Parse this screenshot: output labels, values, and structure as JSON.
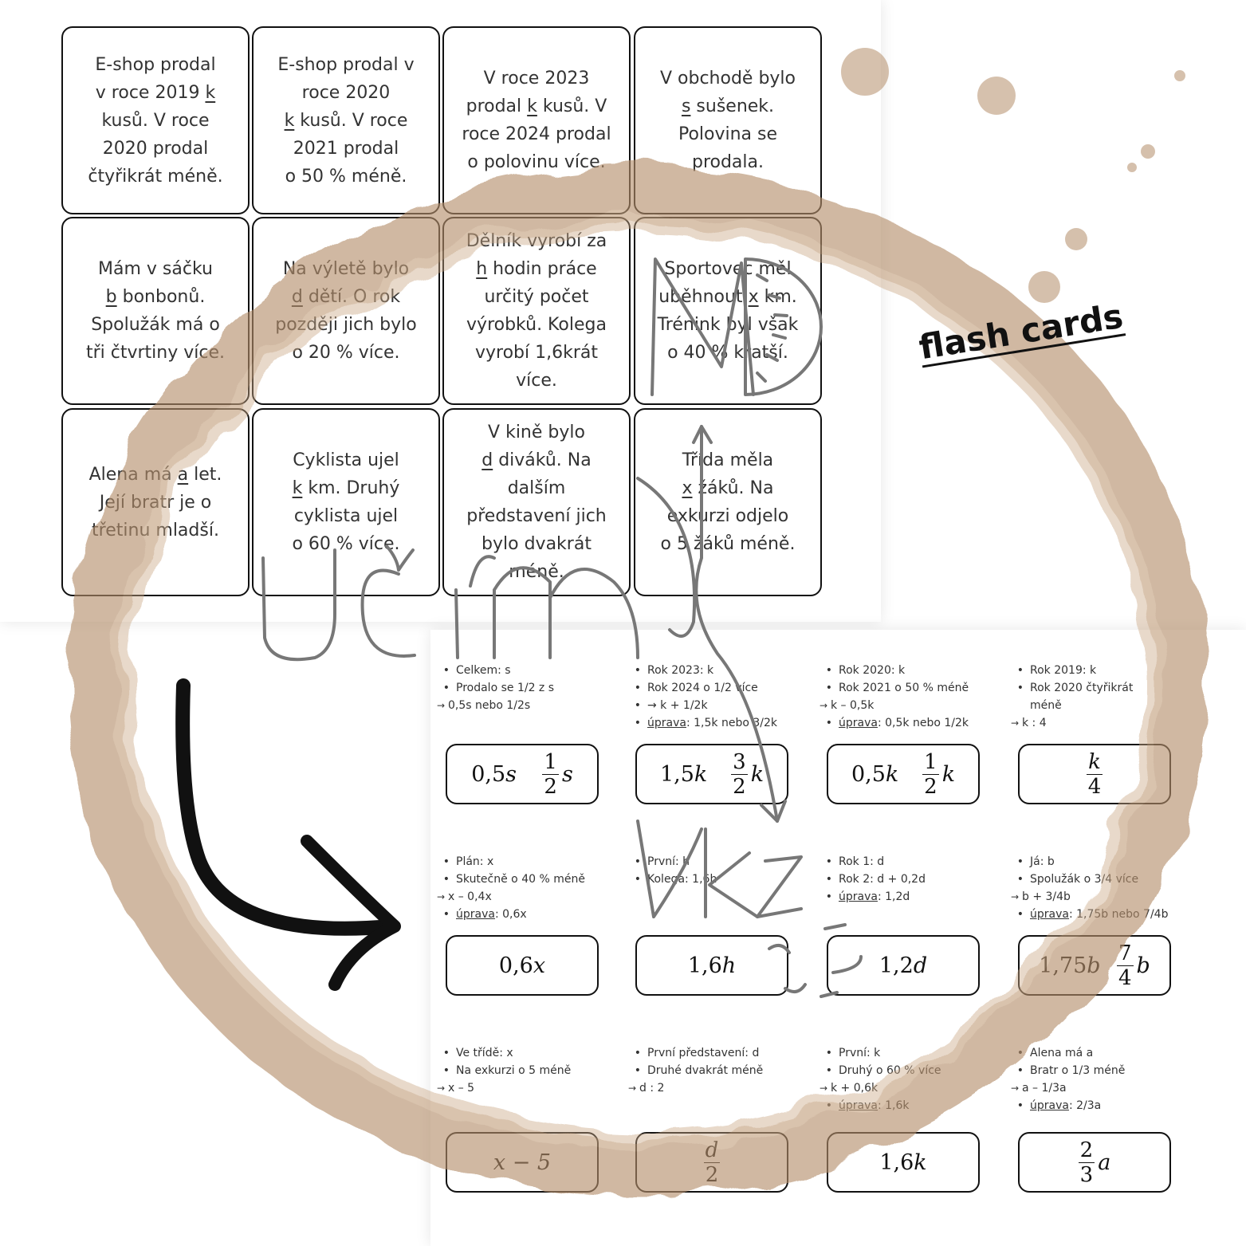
{
  "flash_label": "flash cards",
  "stain_color": "#b48e6a",
  "doodle_color": "#777777",
  "cards": [
    {
      "lines": [
        "E-shop prodal",
        "v roce 2019 ",
        "kusů. V roce",
        "2020 prodal",
        "čtyřikrát méně."
      ],
      "var": "k",
      "var_line": 1
    },
    {
      "lines": [
        "E-shop prodal v",
        "roce 2020",
        " kusů. V roce",
        "2021 prodal",
        "o 50 % méně."
      ],
      "var": "k",
      "var_line": 2
    },
    {
      "lines": [
        "V roce 2023",
        "prodal  kusů. V",
        "roce 2024 prodal",
        "o polovinu více."
      ],
      "var": "k",
      "var_line": 1
    },
    {
      "lines": [
        "V obchodě bylo",
        " sušenek.",
        "Polovina se",
        "prodala."
      ],
      "var": "s",
      "var_line": 1
    },
    {
      "lines": [
        "Mám v sáčku",
        " bonbonů.",
        "Spolužák má o",
        "tři čtvrtiny více."
      ],
      "var": "b",
      "var_line": 1
    },
    {
      "lines": [
        "Na výletě bylo",
        " dětí. O rok",
        "později jich bylo",
        "o 20 % více."
      ],
      "var": "d",
      "var_line": 1
    },
    {
      "lines": [
        "Dělník vyrobí za",
        " hodin práce",
        "určitý počet",
        "výrobků. Kolega",
        "vyrobí 1,6krát",
        "více."
      ],
      "var": "h",
      "var_line": 1
    },
    {
      "lines": [
        "Sportovec měl",
        "uběhnout  km.",
        "Trénink byl však",
        "o 40 % kratší."
      ],
      "var": "x",
      "var_line": 1
    },
    {
      "lines": [
        "Alena má  let.",
        "Její bratr je o",
        "třetinu mladší."
      ],
      "var": "a",
      "var_line": 0
    },
    {
      "lines": [
        "Cyklista ujel",
        " km. Druhý",
        "cyklista ujel",
        "o 60 % více."
      ],
      "var": "k",
      "var_line": 1
    },
    {
      "lines": [
        "V kině bylo",
        " diváků. Na",
        "dalším",
        "představení jich",
        "bylo dvakrát",
        "méně."
      ],
      "var": "d",
      "var_line": 1
    },
    {
      "lines": [
        "Třída měla",
        " žáků. Na",
        "exkurzi odjelo",
        "o 5 žáků méně."
      ],
      "var": "x",
      "var_line": 1
    }
  ],
  "answers": [
    {
      "notes": [
        [
          "b",
          "Celkem: s"
        ],
        [
          "b",
          "Prodalo se 1/2 z s"
        ],
        [
          "a",
          "0,5s nebo 1/2s"
        ]
      ],
      "box": {
        "type": "two",
        "left": "0,5",
        "lv": "s",
        "num": "1",
        "den": "2",
        "fv": "s"
      }
    },
    {
      "notes": [
        [
          "b",
          "Rok 2023: k"
        ],
        [
          "b",
          "Rok 2024 o 1/2 více"
        ],
        [
          "b",
          "→ k + 1/2k"
        ],
        [
          "u",
          "úprava",
          ": 1,5k nebo 3/2k"
        ]
      ],
      "box": {
        "type": "two",
        "left": "1,5",
        "lv": "k",
        "num": "3",
        "den": "2",
        "fv": "k"
      }
    },
    {
      "notes": [
        [
          "b",
          "Rok 2020: k"
        ],
        [
          "b",
          "Rok 2021 o 50 % méně"
        ],
        [
          "a",
          "k – 0,5k"
        ],
        [
          "u",
          "úprava",
          ": 0,5k nebo 1/2k"
        ]
      ],
      "box": {
        "type": "two",
        "left": "0,5",
        "lv": "k",
        "num": "1",
        "den": "2",
        "fv": "k"
      }
    },
    {
      "notes": [
        [
          "b",
          "Rok 2019: k"
        ],
        [
          "b",
          "Rok 2020 čtyřikrát"
        ],
        [
          "c",
          "méně"
        ],
        [
          "a",
          "k : 4"
        ]
      ],
      "box": {
        "type": "frac",
        "num": "k",
        "den": "4",
        "fv": ""
      }
    },
    {
      "notes": [
        [
          "b",
          "Plán: x"
        ],
        [
          "b",
          "Skutečně o 40 % méně"
        ],
        [
          "a",
          "x – 0,4x"
        ],
        [
          "u",
          "úprava",
          ": 0,6x"
        ]
      ],
      "box": {
        "type": "one",
        "left": "0,6",
        "lv": "x"
      }
    },
    {
      "notes": [
        [
          "b",
          "První: h"
        ],
        [
          "b",
          "Kolega: 1,6h"
        ]
      ],
      "box": {
        "type": "one",
        "left": "1,6",
        "lv": "h"
      }
    },
    {
      "notes": [
        [
          "b",
          "Rok 1: d"
        ],
        [
          "b",
          "Rok 2: d + 0,2d"
        ],
        [
          "u",
          "úprava",
          ": 1,2d"
        ]
      ],
      "box": {
        "type": "one",
        "left": "1,2",
        "lv": "d"
      }
    },
    {
      "notes": [
        [
          "b",
          "Já: b"
        ],
        [
          "b",
          "Spolužák o 3/4 více"
        ],
        [
          "a",
          "b + 3/4b"
        ],
        [
          "u",
          "úprava",
          ": 1,75b nebo 7/4b"
        ]
      ],
      "box": {
        "type": "two",
        "left": "1,75",
        "lv": "b",
        "num": "7",
        "den": "4",
        "fv": "b"
      }
    },
    {
      "notes": [
        [
          "b",
          "Ve třídě: x"
        ],
        [
          "b",
          "Na exkurzi o 5 méně"
        ],
        [
          "a",
          "x – 5"
        ]
      ],
      "box": {
        "type": "expr",
        "text": "x − 5"
      }
    },
    {
      "notes": [
        [
          "b",
          "První představení: d"
        ],
        [
          "b",
          "Druhé dvakrát méně"
        ],
        [
          "a",
          "d : 2"
        ]
      ],
      "box": {
        "type": "frac",
        "num": "d",
        "den": "2",
        "fv": ""
      }
    },
    {
      "notes": [
        [
          "b",
          "První: k"
        ],
        [
          "b",
          "Druhý o 60 % více"
        ],
        [
          "a",
          "k + 0,6k"
        ],
        [
          "u",
          "úprava",
          ": 1,6k"
        ]
      ],
      "box": {
        "type": "one",
        "left": "1,6",
        "lv": "k"
      }
    },
    {
      "notes": [
        [
          "b",
          "Alena má a"
        ],
        [
          "b",
          "Bratr o 1/3 méně"
        ],
        [
          "a",
          "a – 1/3a"
        ],
        [
          "u",
          "úprava",
          ": 2/3a"
        ]
      ],
      "box": {
        "type": "frac",
        "num": "2",
        "den": "3",
        "fv": "a"
      }
    }
  ]
}
